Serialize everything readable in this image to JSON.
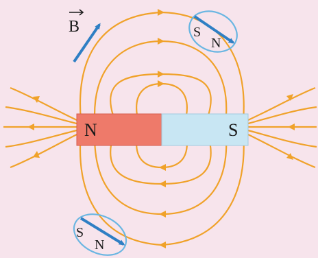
{
  "diagram": {
    "field_symbol": "B",
    "magnet": {
      "north_label": "N",
      "south_label": "S",
      "north_color": "#ee7a6a",
      "south_color": "#c8e6f3"
    },
    "field_line_color": "#f0a22a",
    "compass_ring_color": "#6ab6e2",
    "compass_needle_color": "#2f7fc4",
    "compass_top": {
      "south_label": "S",
      "north_label": "N"
    },
    "compass_bottom": {
      "south_label": "S",
      "north_label": "N"
    }
  }
}
